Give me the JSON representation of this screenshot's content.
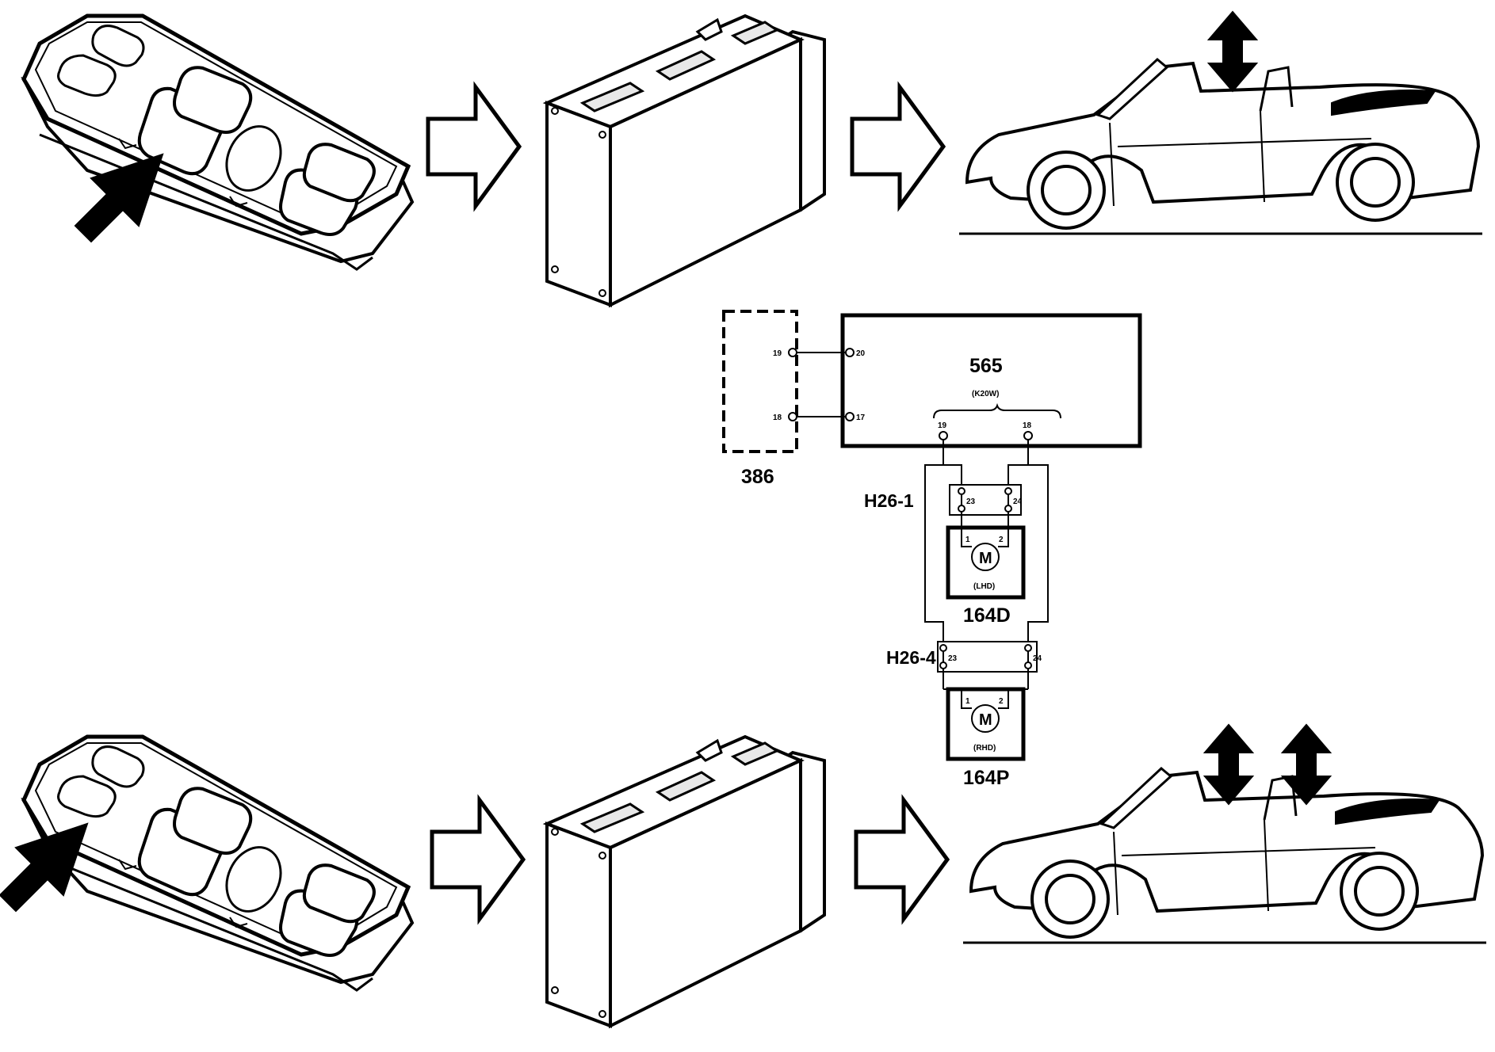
{
  "top_row": {
    "switch_panel": "window-switch-panel-driver-button",
    "control_module": "control-module",
    "car": "convertible-car-one-window"
  },
  "bottom_row": {
    "switch_panel": "window-switch-panel-passenger-button",
    "control_module": "control-module",
    "car": "convertible-car-two-windows"
  },
  "schematic": {
    "module_386": {
      "label": "386",
      "pins": [
        "19",
        "18"
      ]
    },
    "module_565": {
      "label": "565",
      "sublabel": "(K20W)",
      "pins_left": [
        "20",
        "17"
      ],
      "pins_bottom": [
        "19",
        "18"
      ]
    },
    "connector_1": {
      "label": "H26-1",
      "pins": [
        "23",
        "24"
      ]
    },
    "motor_1": {
      "label": "164D",
      "symbol": "M",
      "variant": "(LHD)",
      "pins": [
        "1",
        "2"
      ]
    },
    "connector_2": {
      "label": "H26-4",
      "pins": [
        "23",
        "24"
      ]
    },
    "motor_2": {
      "label": "164P",
      "symbol": "M",
      "variant": "(RHD)",
      "pins": [
        "1",
        "2"
      ]
    }
  },
  "colors": {
    "ink": "#000000",
    "paper": "#ffffff",
    "fill_gray": "#e8e8e8"
  }
}
